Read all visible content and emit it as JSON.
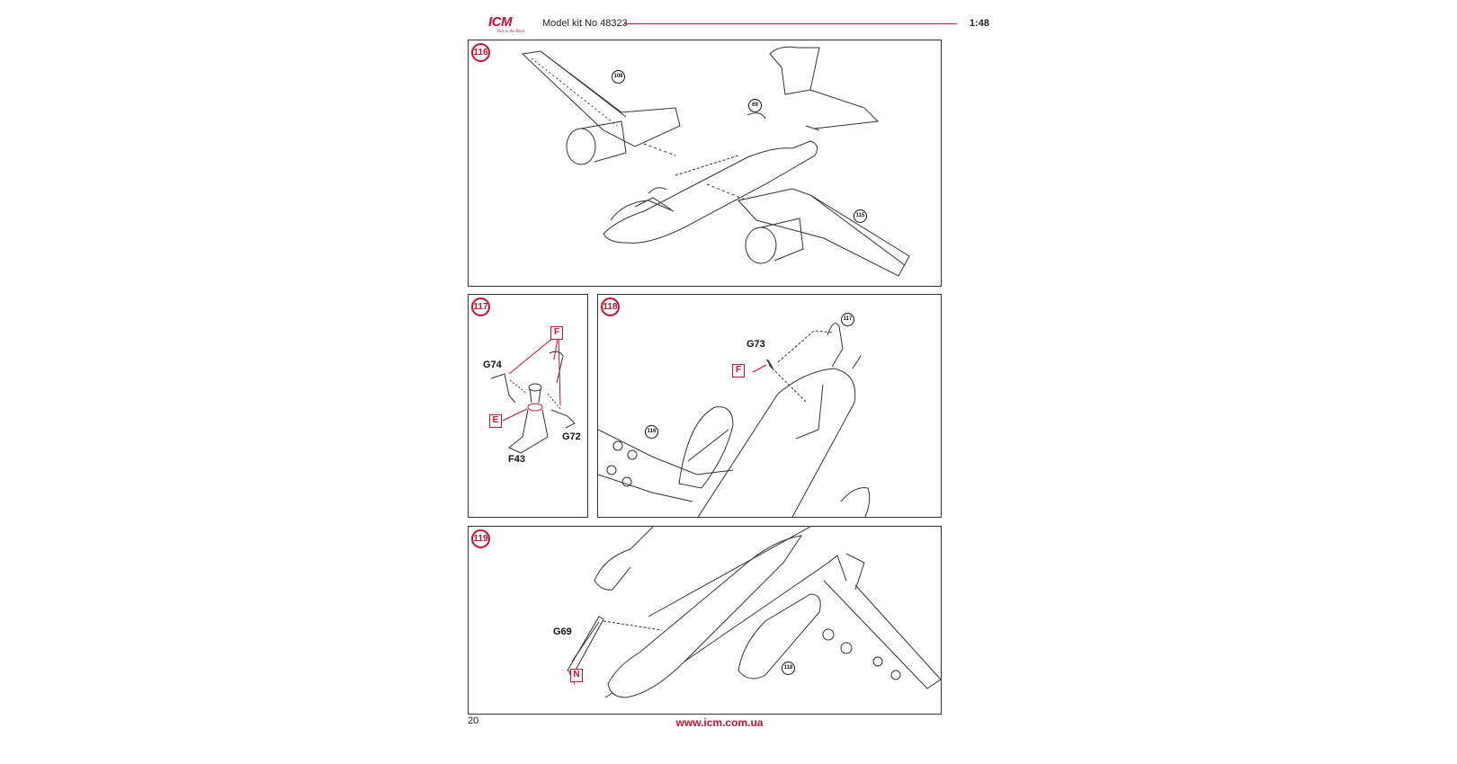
{
  "header": {
    "brand": "ICM",
    "tagline": "This is the Real",
    "kit_number": "Model kit No 48323",
    "scale": "1:48"
  },
  "panels": {
    "p116": {
      "step": "116",
      "refs": [
        "108",
        "69",
        "115"
      ]
    },
    "p117": {
      "step": "117",
      "labels": {
        "g74": "G74",
        "g72": "G72",
        "f43": "F43",
        "f": "F",
        "e": "E"
      }
    },
    "p118": {
      "step": "118",
      "refs": [
        "117",
        "116"
      ],
      "labels": {
        "g73": "G73",
        "f": "F"
      }
    },
    "p119": {
      "step": "119",
      "refs": [
        "118"
      ],
      "labels": {
        "g69": "G69",
        "n": "N"
      }
    }
  },
  "footer": {
    "page_number": "20",
    "url": "www.icm.com.ua"
  },
  "colors": {
    "accent": "#c8102e",
    "line": "#333333"
  }
}
